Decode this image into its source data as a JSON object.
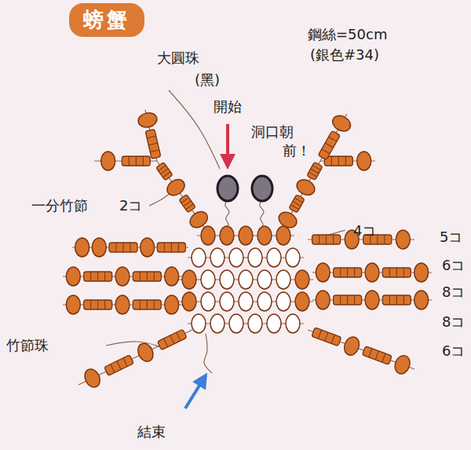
{
  "diagram": {
    "nodes": [
      {
        "text": [
          "螃蟹"
        ]
      }
    ],
    "labels": [
      "鋼絲=50cm",
      "(銀色#34)",
      "大圓珠",
      "(黑)",
      "開始",
      "洞口朝",
      "前！",
      "一分竹節",
      "2コ",
      "4コ",
      "5コ",
      "6コ",
      "8コ",
      "8コ",
      "6コ",
      "竹節珠",
      "結束"
    ]
  }
}
